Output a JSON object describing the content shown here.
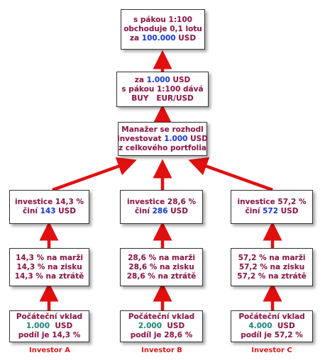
{
  "top_box": {
    "l1": "s pákou 1:100",
    "l2": "obchoduje 0,1 lotu",
    "l3a": "za ",
    "l3b": "100.000",
    "l3c": " USD"
  },
  "leverage_box": {
    "l1a": "za ",
    "l1b": "1.000",
    "l1c": " USD",
    "l2": "s pákou 1:100 dává",
    "l3": "BUY   EUR/USD"
  },
  "manager_box": {
    "l1": "Manažer se rozhodl",
    "l2a": "investovat ",
    "l2b": "1.000",
    "l2c": " USD",
    "l3": "z celkového portfolia"
  },
  "columns": [
    {
      "investment": {
        "l1": "investice 14,3 %",
        "l2a": "činí ",
        "l2b": "143",
        "l2c": " USD"
      },
      "share": {
        "l1": "14,3 % na marži",
        "l2": "14,3 % na zisku",
        "l3": "14,3 % na ztrátě"
      },
      "deposit": {
        "l1": "Počáteční vklad",
        "l2a": "1.000",
        "l2b": "  USD",
        "l3": "podíl je 14,3 %"
      },
      "investor": "Investor A"
    },
    {
      "investment": {
        "l1": "investice 28,6 %",
        "l2a": "činí ",
        "l2b": "286",
        "l2c": " USD"
      },
      "share": {
        "l1": "28,6 % na marži",
        "l2": "28,6 % na zisku",
        "l3": "28,6 % na ztrátě"
      },
      "deposit": {
        "l1": "Počáteční vklad",
        "l2a": "2.000",
        "l2b": "  USD",
        "l3": "podíl je 28,6 %"
      },
      "investor": "Investor B"
    },
    {
      "investment": {
        "l1": "investice 57,2 %",
        "l2a": "činí ",
        "l2b": "572",
        "l2c": " USD"
      },
      "share": {
        "l1": "57,2 % na marži",
        "l2": "57,2 % na zisku",
        "l3": "57,2 % na ztrátě"
      },
      "deposit": {
        "l1": "Počáteční vklad",
        "l2a": "4.000",
        "l2b": "  USD",
        "l3": "podíl je 57,2 %"
      },
      "investor": "Investor C"
    }
  ],
  "colors": {
    "text": "#8b1a4a",
    "highlight_blue": "#1a3fd0",
    "highlight_teal": "#1d8a7e",
    "arrow": "#e01010",
    "investor_label": "#d61a1a"
  }
}
